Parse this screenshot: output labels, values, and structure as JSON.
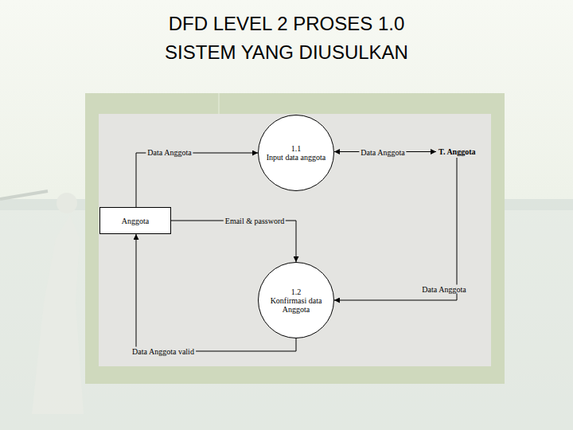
{
  "diagram": {
    "title": "DFD LEVEL 2 PROSES 1.0 SISTEM YANG DIUSULKAN",
    "nodes": [
      {
        "text": [
          "Anggota"
        ]
      },
      {
        "text": [
          "1.1",
          "Input data anggota"
        ]
      },
      {
        "text": [
          "T. Anggota"
        ]
      },
      {
        "text": [
          "1.2",
          "Konfirmasi data Anggota"
        ]
      }
    ],
    "edges": [
      {
        "from": 0,
        "to": 1,
        "label": "Data Anggota",
        "arrow": "to"
      },
      {
        "from": 1,
        "to": 2,
        "label": "Data Anggota",
        "arrow": "both"
      },
      {
        "from": 2,
        "to": 3,
        "label": "Data Anggota",
        "arrow": "to"
      },
      {
        "from": 0,
        "to": 3,
        "label": "Email & password",
        "arrow": "to"
      },
      {
        "from": 3,
        "to": 0,
        "label": "Data Anggota valid",
        "arrow": "to"
      }
    ]
  }
}
